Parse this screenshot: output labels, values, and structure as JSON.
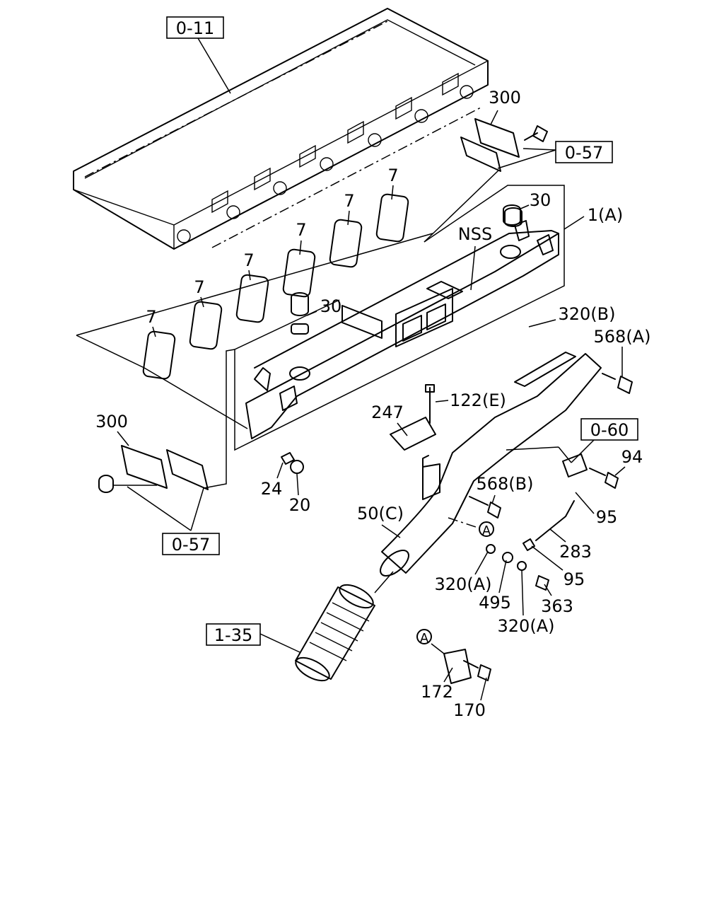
{
  "diagram": {
    "refs": {
      "cylinder_head": "0-11",
      "cover_top": "0-57",
      "cover_left": "0-57",
      "sensor_ref": "0-60",
      "hose_ref": "1-35"
    },
    "labels": {
      "p300_top": "300",
      "p30_top": "30",
      "p1a": "1(A)",
      "nss": "NSS",
      "p7_1": "7",
      "p7_2": "7",
      "p7_3": "7",
      "p7_4": "7",
      "p7_5": "7",
      "p7_6": "7",
      "p30_mid": "30",
      "p320b": "320(B)",
      "p568a": "568(A)",
      "p122e": "122(E)",
      "p247": "247",
      "p300_left": "300",
      "p24": "24",
      "p20": "20",
      "p94": "94",
      "p568b": "568(B)",
      "p50c": "50(C)",
      "p95_a": "95",
      "p283": "283",
      "p95_b": "95",
      "p320a_1": "320(A)",
      "p495": "495",
      "p363": "363",
      "p320a_2": "320(A)",
      "circle_a_1": "A",
      "circle_a_2": "A",
      "p172": "172",
      "p170": "170"
    }
  }
}
